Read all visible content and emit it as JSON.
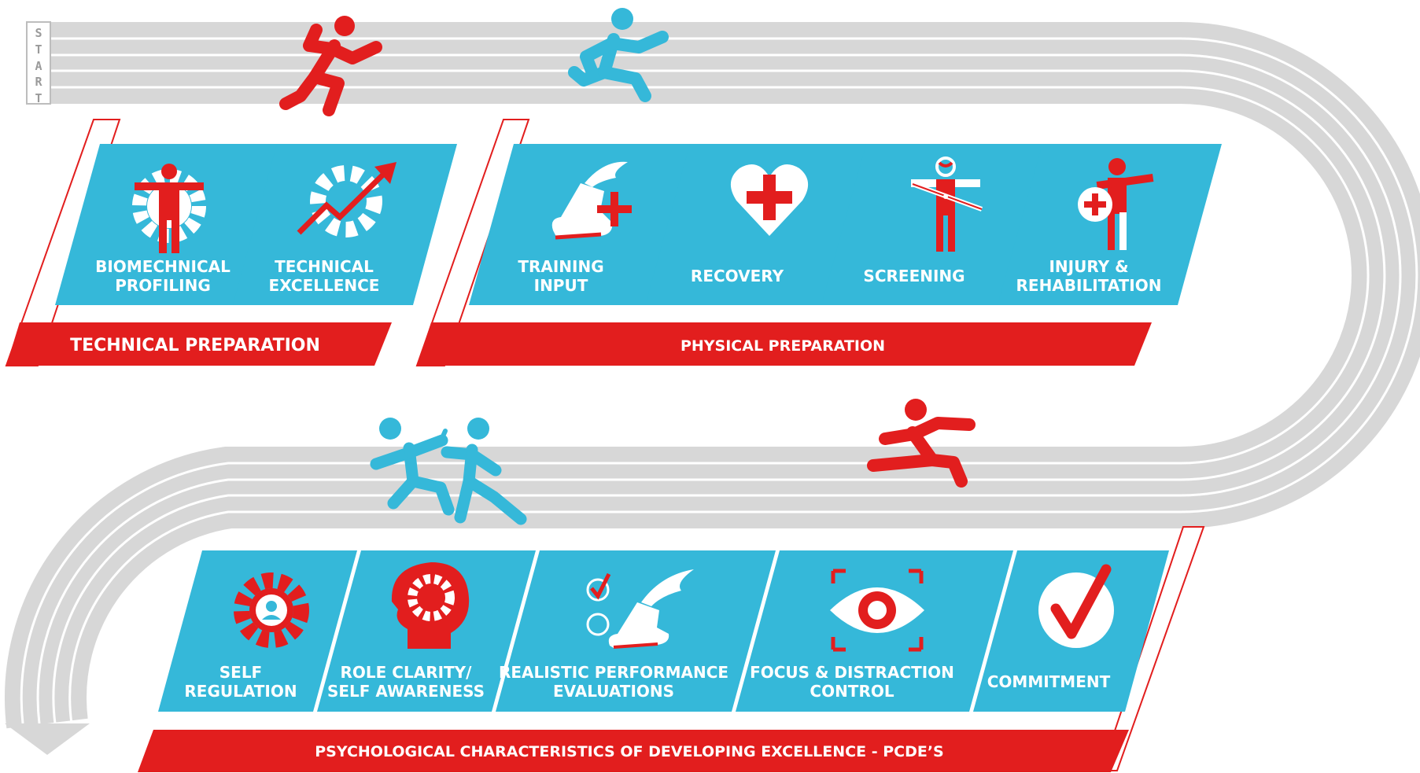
{
  "start_marker": [
    "S",
    "T",
    "A",
    "R",
    "T"
  ],
  "colors": {
    "tile": "#35b8d9",
    "band": "#e21e1e",
    "track": "#d7d7d7",
    "runner_red": "#e21e1e",
    "runner_blue": "#35b8d9"
  },
  "technical": {
    "title": "TECHNICAL PREPARATION",
    "tiles": [
      {
        "line1": "BIOMECHNICAL",
        "line2": "PROFILING",
        "icon": "person-gear-icon"
      },
      {
        "line1": "TECHNICAL",
        "line2": "EXCELLENCE",
        "icon": "gear-arrow-icon"
      }
    ]
  },
  "physical": {
    "title": "PHYSICAL PREPARATION",
    "tiles": [
      {
        "line1": "TRAINING",
        "line2": "INPUT",
        "icon": "winged-shoe-plus-icon"
      },
      {
        "line1": "RECOVERY",
        "line2": "",
        "icon": "heart-cross-icon"
      },
      {
        "line1": "SCREENING",
        "line2": "",
        "icon": "body-scan-icon"
      },
      {
        "line1": "INJURY &",
        "line2": "REHABILITATION",
        "icon": "injured-person-icon"
      }
    ]
  },
  "psychological": {
    "title": "PSYCHOLOGICAL CHARACTERISTICS OF DEVELOPING EXCELLENCE - PCDE’S",
    "tiles": [
      {
        "line1": "SELF",
        "line2": "REGULATION",
        "icon": "gear-person-icon"
      },
      {
        "line1": "ROLE CLARITY/",
        "line2": "SELF AWARENESS",
        "icon": "head-gear-icon"
      },
      {
        "line1": "REALISTIC PERFORMANCE",
        "line2": "EVALUATIONS",
        "icon": "checklist-winged-shoe-icon"
      },
      {
        "line1": "FOCUS & DISTRACTION",
        "line2": "CONTROL",
        "icon": "eye-focus-icon"
      },
      {
        "line1": "COMMITMENT",
        "line2": "",
        "icon": "checkmark-circle-icon"
      }
    ]
  },
  "runners": [
    {
      "icon": "sprinter-icon",
      "color": "red"
    },
    {
      "icon": "runner-icon",
      "color": "blue"
    },
    {
      "icon": "relay-runners-icon",
      "color": "blue"
    },
    {
      "icon": "hurdler-icon",
      "color": "red"
    }
  ]
}
